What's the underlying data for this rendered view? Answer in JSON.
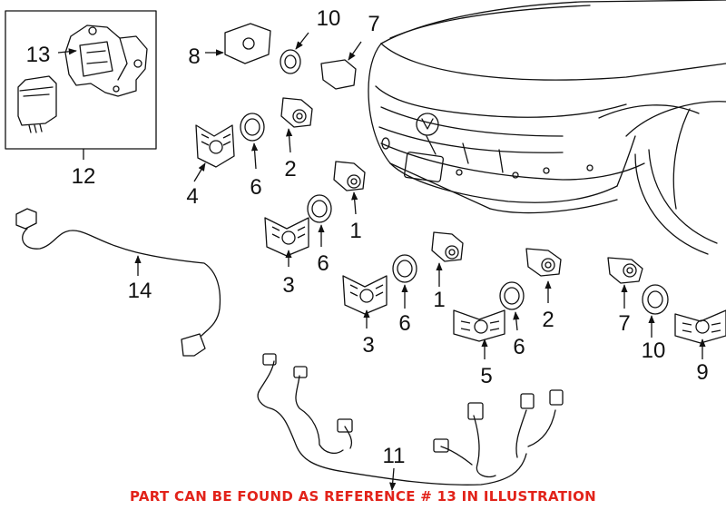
{
  "colors": {
    "caption": "#e2231a",
    "line": "#111111"
  },
  "callouts": {
    "c1a": "1",
    "c1b": "1",
    "c2a": "2",
    "c2b": "2",
    "c3a": "3",
    "c3b": "3",
    "c4": "4",
    "c5": "5",
    "c6a": "6",
    "c6b": "6",
    "c6c": "6",
    "c6d": "6",
    "c7a": "7",
    "c7b": "7",
    "c8": "8",
    "c9": "9",
    "c10a": "10",
    "c10b": "10",
    "c11": "11",
    "c12": "12",
    "c13": "13",
    "c14": "14"
  },
  "caption": "PART CAN BE FOUND AS REFERENCE # 13 IN ILLUSTRATION"
}
